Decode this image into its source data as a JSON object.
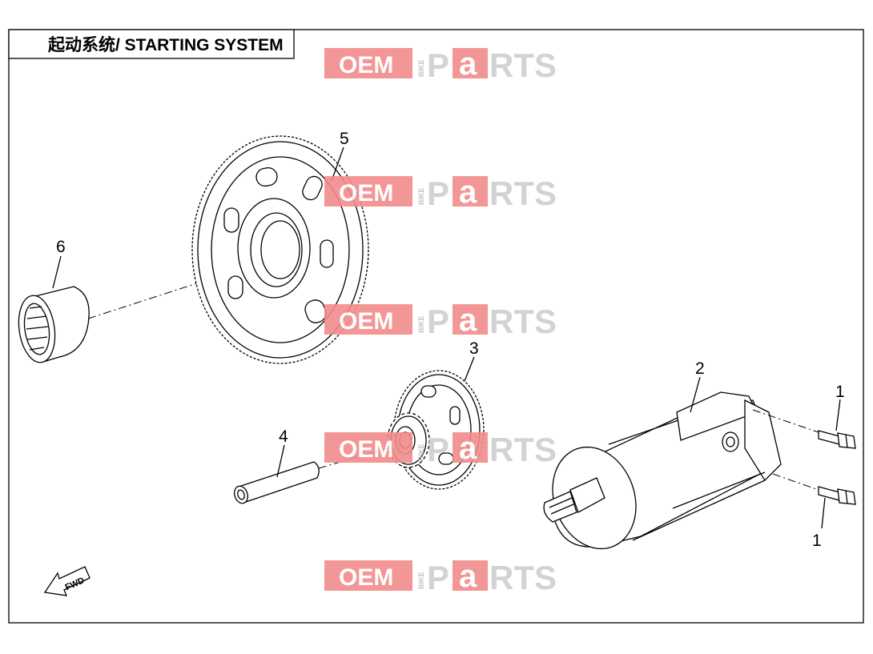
{
  "title": "起动系统/ STARTING SYSTEM",
  "callouts": [
    {
      "id": "callout-5",
      "label": "5"
    },
    {
      "id": "callout-6",
      "label": "6"
    },
    {
      "id": "callout-3",
      "label": "3"
    },
    {
      "id": "callout-4",
      "label": "4"
    },
    {
      "id": "callout-2",
      "label": "2"
    },
    {
      "id": "callout-1a",
      "label": "1"
    },
    {
      "id": "callout-1b",
      "label": "1"
    }
  ],
  "fwd_label": "FWD",
  "watermark": {
    "oem": "OEM",
    "bike": "BIKE",
    "parts_p": "P",
    "parts_a": "a",
    "parts_rts": "RTS",
    "oem_color": "#f28b8b",
    "a_color": "#f28b8b",
    "text_color": "#cfcfcf"
  }
}
